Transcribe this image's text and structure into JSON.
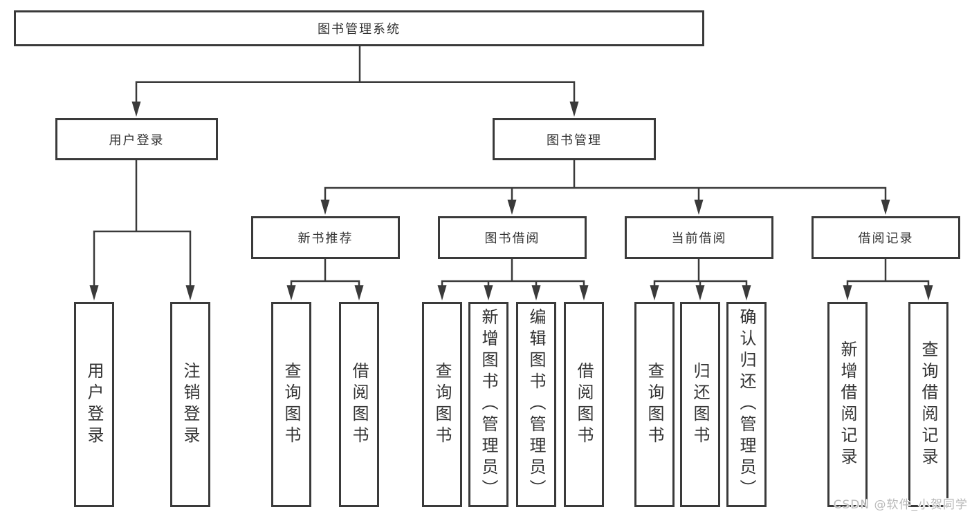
{
  "diagram": {
    "title": "图书管理系统",
    "colors": {
      "line": "#3a3a3a",
      "text": "#333333",
      "box_bg": "#ffffff",
      "watermark": "#b9b9b9"
    },
    "nodes": {
      "root": {
        "label": "图书管理系统"
      },
      "user_login": {
        "label": "用户登录"
      },
      "book_mgmt": {
        "label": "图书管理"
      },
      "l3": [
        {
          "label": "新书推荐"
        },
        {
          "label": "图书借阅"
        },
        {
          "label": "当前借阅"
        },
        {
          "label": "借阅记录"
        }
      ],
      "leaves_user": [
        {
          "label": "用户登录"
        },
        {
          "label": "注销登录"
        }
      ],
      "leaves_recommend": [
        {
          "label": "查询图书"
        },
        {
          "label": "借阅图书"
        }
      ],
      "leaves_borrow": [
        {
          "label": "查询图书"
        },
        {
          "label": "新增图书（管理员）"
        },
        {
          "label": "编辑图书（管理员）"
        },
        {
          "label": "借阅图书"
        }
      ],
      "leaves_current": [
        {
          "label": "查询图书"
        },
        {
          "label": "归还图书"
        },
        {
          "label": "确认归还（管理员）"
        }
      ],
      "leaves_records": [
        {
          "label": "新增借阅记录"
        },
        {
          "label": "查询借阅记录"
        }
      ]
    },
    "watermark": {
      "text": "CSDN @软件_小贺同学"
    }
  }
}
